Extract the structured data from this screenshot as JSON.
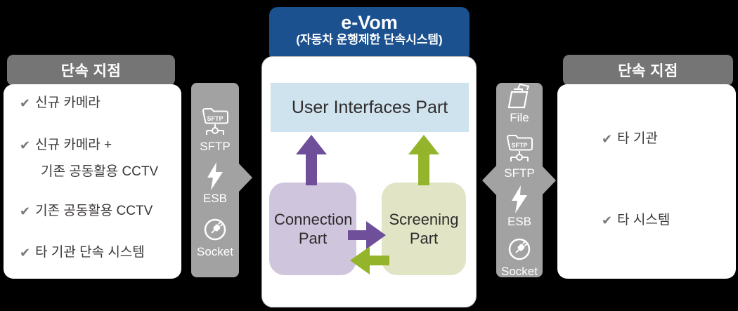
{
  "left_panel": {
    "title": "단속 지점",
    "items": [
      {
        "line1": "신규 카메라"
      },
      {
        "line1": "신규 카메라 +",
        "line2": "기존 공동활용 CCTV"
      },
      {
        "line1": "기존 공동활용 CCTV"
      },
      {
        "line1": "타 기관 단속 시스템"
      }
    ]
  },
  "left_connector": {
    "items": [
      {
        "icon": "sftp-icon",
        "label": "SFTP"
      },
      {
        "icon": "esb-icon",
        "label": "ESB"
      },
      {
        "icon": "socket-icon",
        "label": "Socket"
      }
    ]
  },
  "center": {
    "title": "e-Vom",
    "subtitle": "(자동차 운행제한 단속시스템)",
    "user_interfaces": "User Interfaces Part",
    "connection": "Connection Part",
    "screening": "Screening Part"
  },
  "right_connector": {
    "items": [
      {
        "icon": "file-icon",
        "label": "File"
      },
      {
        "icon": "sftp-icon",
        "label": "SFTP"
      },
      {
        "icon": "esb-icon",
        "label": "ESB"
      },
      {
        "icon": "socket-icon",
        "label": "Socket"
      }
    ]
  },
  "right_panel": {
    "title": "단속 지점",
    "items": [
      {
        "line1": "타 기관"
      },
      {
        "line1": "타 시스템"
      }
    ]
  },
  "glyphs": {
    "check": "✔",
    "sftp_folder_text": "SFTP"
  },
  "colors": {
    "background": "#000000",
    "header_gray": "#757575",
    "connector_gray": "#a2a2a2",
    "evom_blue": "#1b518f",
    "ui_light_blue": "#cfe3ee",
    "purple": "#6f4f99",
    "light_purple": "#cfc5dd",
    "green": "#94b52b",
    "light_green": "#e1e5c5",
    "text_dark": "#3b3738"
  }
}
